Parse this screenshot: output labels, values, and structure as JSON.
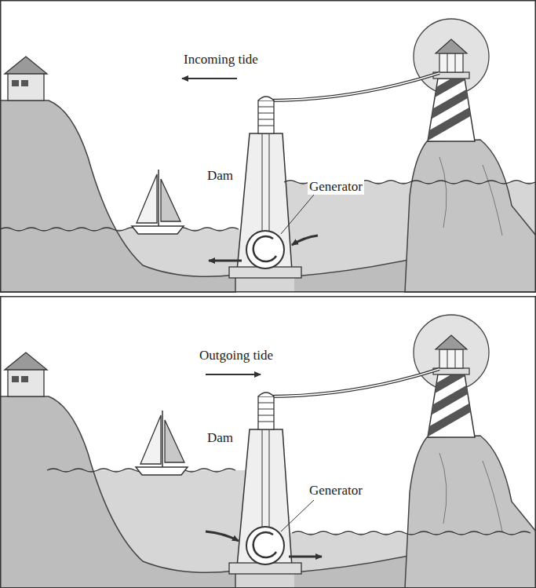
{
  "diagram": {
    "labels": [
      "Incoming tide",
      "Dam",
      "Generator",
      "Outgoing tide",
      "Dam",
      "Generator"
    ]
  }
}
